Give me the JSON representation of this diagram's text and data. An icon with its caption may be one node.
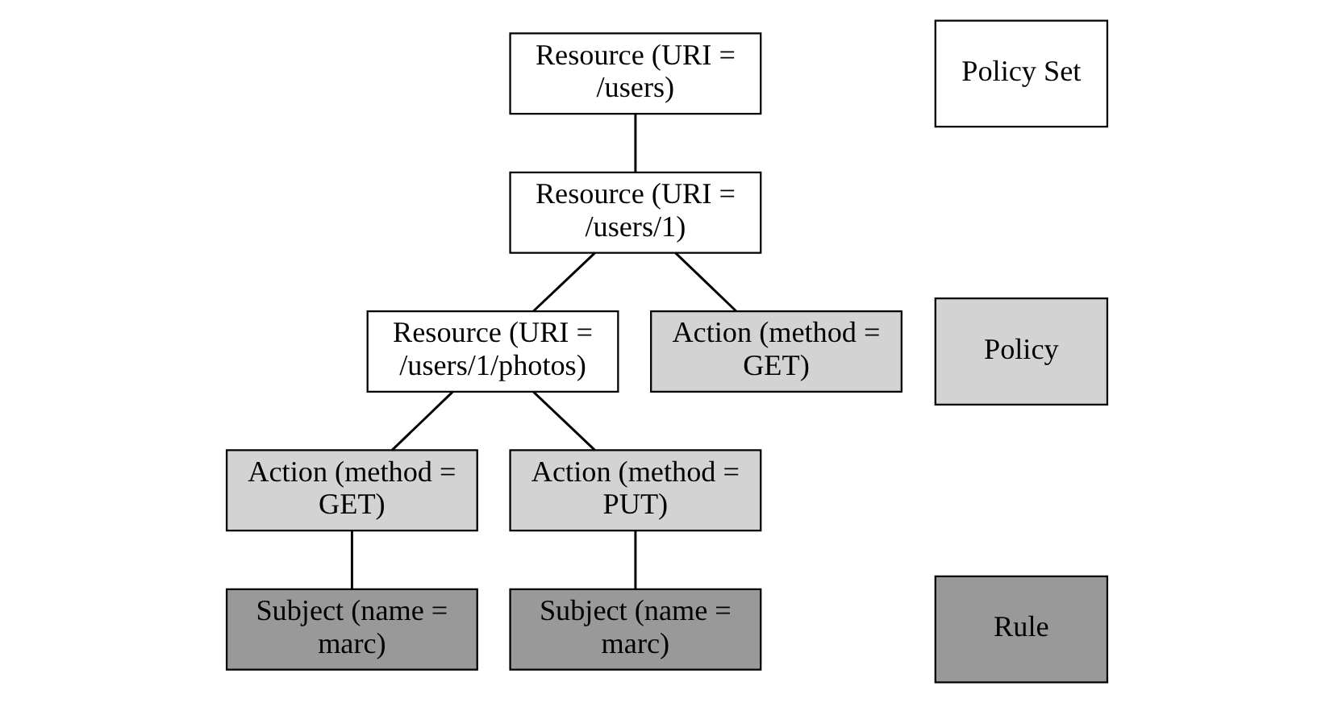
{
  "diagram": {
    "nodes": [
      {
        "text": [
          "Resource (URI = /users)"
        ]
      },
      {
        "text": [
          "Resource (URI = /users/1)"
        ]
      },
      {
        "text": [
          "Resource (URI = /users/1/photos)"
        ]
      },
      {
        "text": [
          "Action (method = GET)"
        ]
      },
      {
        "text": [
          "Action (method = GET)"
        ]
      },
      {
        "text": [
          "Action (method = PUT)"
        ]
      },
      {
        "text": [
          "Subject (name = marc)"
        ]
      },
      {
        "text": [
          "Subject (name = marc)"
        ]
      }
    ],
    "edges": [
      {
        "from": 0,
        "to": 1,
        "arrow": "none"
      },
      {
        "from": 1,
        "to": 2,
        "arrow": "none"
      },
      {
        "from": 1,
        "to": 3,
        "arrow": "none"
      },
      {
        "from": 2,
        "to": 4,
        "arrow": "none"
      },
      {
        "from": 2,
        "to": 5,
        "arrow": "none"
      },
      {
        "from": 4,
        "to": 6,
        "arrow": "none"
      },
      {
        "from": 5,
        "to": 7,
        "arrow": "none"
      }
    ],
    "legend": [
      {
        "text": "Policy Set",
        "color": "#ffffff"
      },
      {
        "text": "Policy",
        "color": "#d3d3d3"
      },
      {
        "text": "Rule",
        "color": "#999999"
      }
    ]
  }
}
